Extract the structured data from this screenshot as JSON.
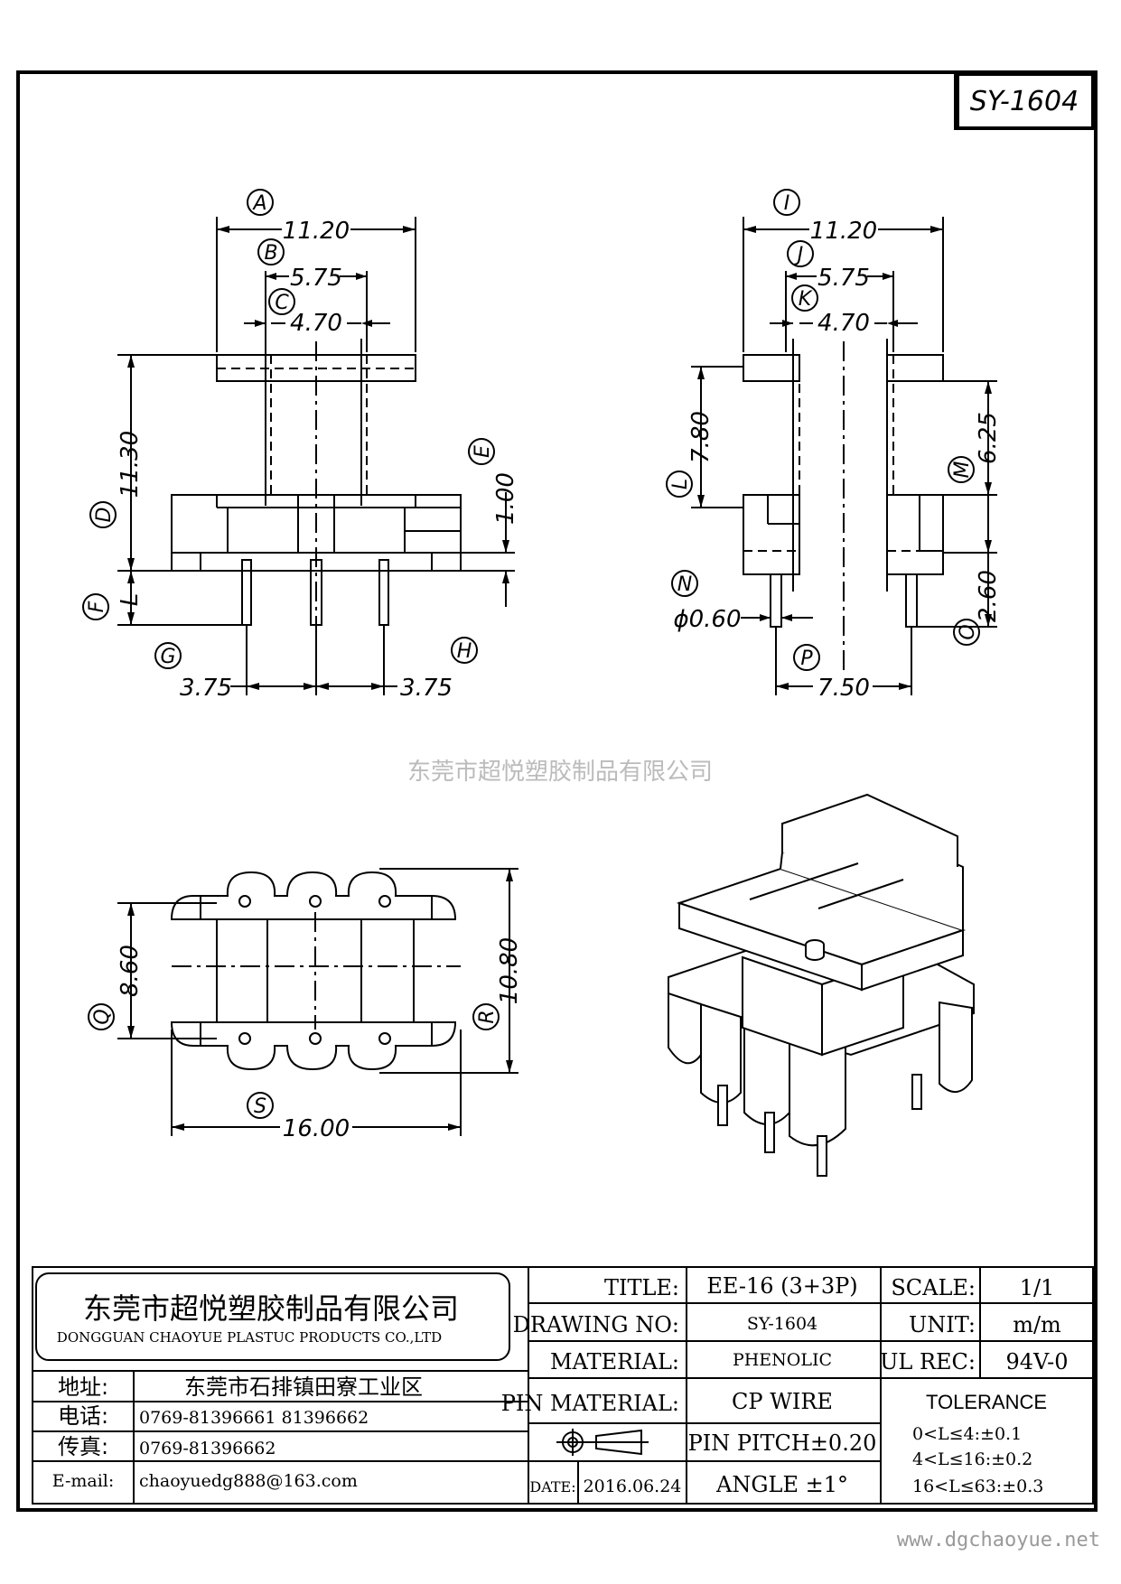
{
  "drawing_code": "SY-1604",
  "views": {
    "front": {
      "A": "A",
      "B": "B",
      "C": "C",
      "D": "D",
      "E": "E",
      "F": "F",
      "G": "G",
      "H": "H",
      "dim_A": "11.20",
      "dim_B": "5.75",
      "dim_C": "4.70",
      "dim_D": "11.30",
      "dim_E": "1.00",
      "dim_L": "L",
      "dim_G": "3.75",
      "dim_H": "3.75"
    },
    "side": {
      "I": "I",
      "J": "J",
      "K": "K",
      "L": "L",
      "M": "M",
      "N": "N",
      "O": "O",
      "P": "P",
      "dim_I": "11.20",
      "dim_J": "5.75",
      "dim_K": "4.70",
      "dim_L": "7.80",
      "dim_M": "6.25",
      "dim_N": "ϕ0.60",
      "dim_O": "2.60",
      "dim_P": "7.50"
    },
    "bottom": {
      "Q": "Q",
      "R": "R",
      "S": "S",
      "dim_Q": "8.60",
      "dim_R": "10.80",
      "dim_S": "16.00"
    }
  },
  "watermark": "东莞市超悦塑胶制品有限公司",
  "title_block": {
    "company_cn": "东莞市超悦塑胶制品有限公司",
    "company_en": "DONGGUAN CHAOYUE PLASTUC PRODUCTS CO.,LTD",
    "address_label": "地址:",
    "address": "东莞市石排镇田寮工业区",
    "phone_label": "电话:",
    "phone": "0769-81396661   81396662",
    "fax_label": "传真:",
    "fax": "0769-81396662",
    "email_label": "E-mail:",
    "email": "chaoyuedg888@163.com",
    "title_label": "TITLE:",
    "title": "EE-16 (3+3P)",
    "drawing_no_label": "DRAWING NO:",
    "drawing_no": "SY-1604",
    "material_label": "MATERIAL:",
    "material": "PHENOLIC",
    "pin_material_label": "PIN MATERIAL:",
    "pin_material": "CP WIRE",
    "pin_pitch": "PIN PITCH±0.20",
    "angle": "ANGLE  ±1°",
    "date_label": "DATE:",
    "date": "2016.06.24",
    "scale_label": "SCALE:",
    "scale": "1/1",
    "unit_label": "UNIT:",
    "unit": "m/m",
    "ul_label": "UL REC:",
    "ul": "94V-0",
    "tolerance_label": "TOLERANCE",
    "tolerances": [
      "0<L≤4:±0.1",
      "4<L≤16:±0.2",
      "16<L≤63:±0.3"
    ]
  },
  "website": "www.dgchaoyue.net"
}
